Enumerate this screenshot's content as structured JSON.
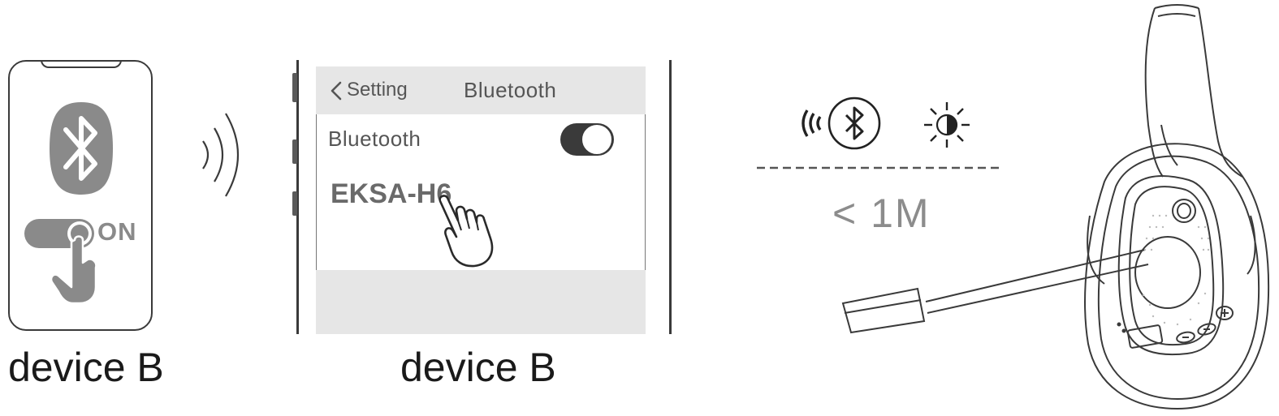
{
  "left_panel": {
    "toggle_state": "ON",
    "caption": "device B"
  },
  "middle_panel": {
    "back_label": "Setting",
    "header_title": "Bluetooth",
    "bluetooth_row_label": "Bluetooth",
    "toggle_state": "on",
    "device_name": "EKSA-H6",
    "caption": "device B"
  },
  "right_panel": {
    "distance_label": "< 1M"
  },
  "colors": {
    "line": "#3a3a3a",
    "badge_gray": "#8a8a8a",
    "screen_gray": "#e6e6e6",
    "text_gray": "#555555"
  },
  "icons": [
    "bluetooth-icon",
    "tap-hand-icon",
    "signal-waves-icon",
    "pointer-hand-icon",
    "chevron-left-icon",
    "led-light-icon",
    "headset-illustration"
  ]
}
